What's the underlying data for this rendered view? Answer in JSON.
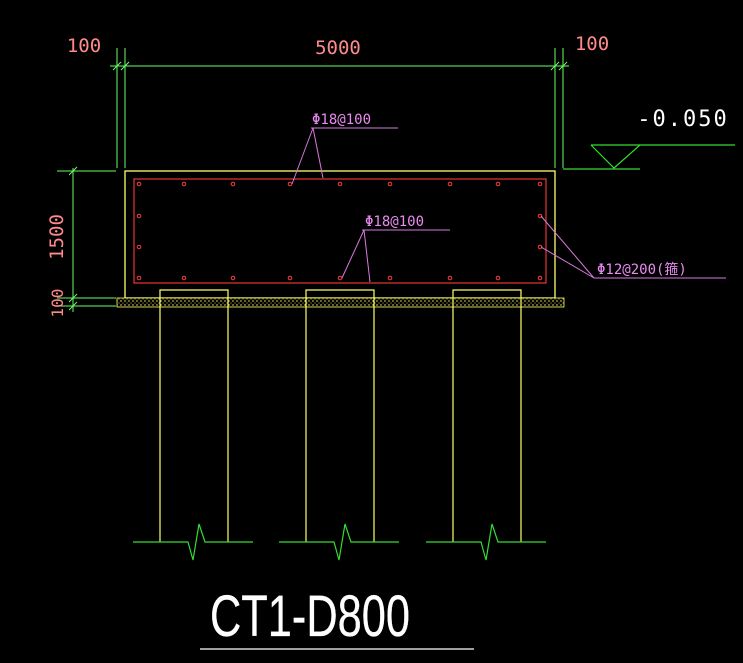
{
  "dimensions": {
    "top_left_edge": "100",
    "top_span": "5000",
    "top_right_edge": "100",
    "left_cap_height": "1500",
    "left_cushion": "100"
  },
  "elevation": {
    "label": "-0.050"
  },
  "rebar_labels": {
    "top_bars": "Φ18@100",
    "bottom_bars": "Φ18@100",
    "side_bars": "Φ12@200(箍)"
  },
  "drawing_title": "CT1-D800",
  "colors": {
    "background": "#000000",
    "outline": "#ffff66",
    "dimension": "#66ff66",
    "dim_text": "#ff8a8a",
    "rebar": "#ff3b3b",
    "leader": "#d97adf",
    "leader_text": "#e98cf0",
    "ground": "#33dd33",
    "white": "#ffffff"
  }
}
